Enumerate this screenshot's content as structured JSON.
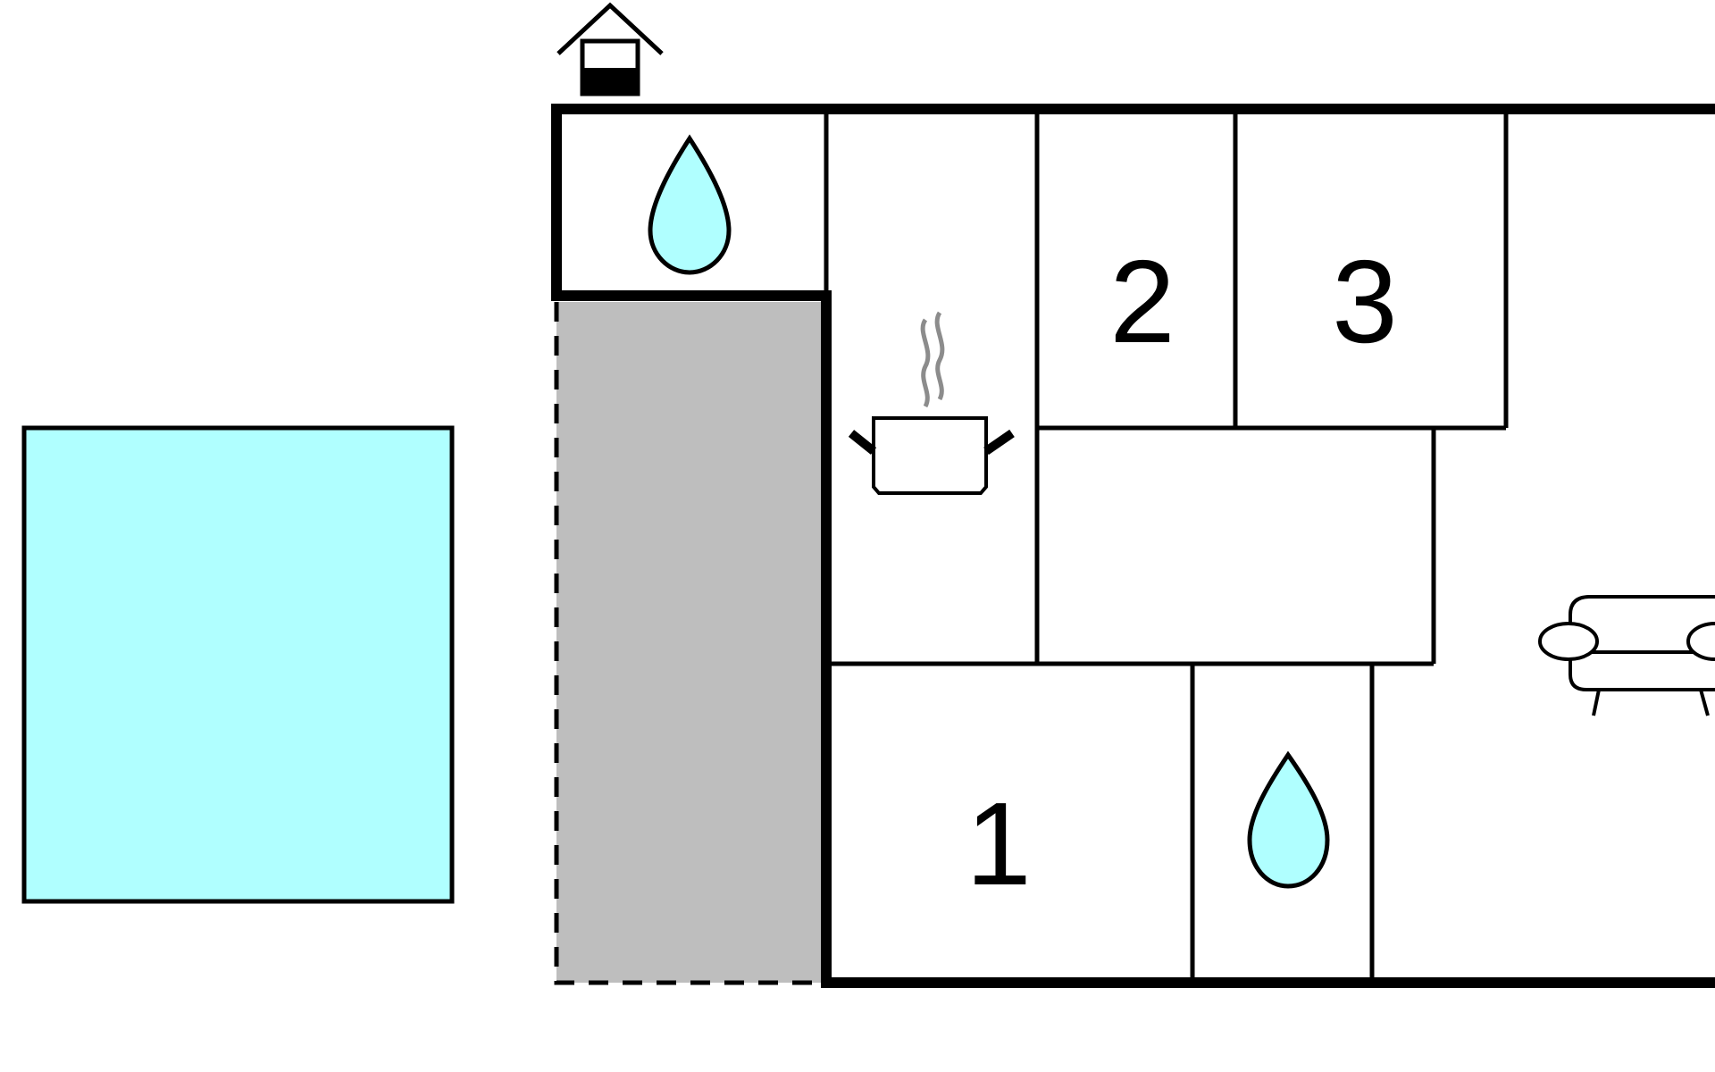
{
  "floorplan": {
    "rooms": [
      {
        "id": "bedroom-1",
        "label": "1"
      },
      {
        "id": "bedroom-2",
        "label": "2"
      },
      {
        "id": "bedroom-3",
        "label": "3"
      }
    ],
    "icons": {
      "sauna": "sauna-house-icon",
      "bathroom_top": "water-drop-icon",
      "bathroom_bottom": "water-drop-icon",
      "kitchen": "cooking-pot-icon",
      "living": "sofa-icon"
    },
    "colors": {
      "pool": "#b0ffff",
      "terrace": "#bebebe",
      "wall": "#000000",
      "steam": "#8c8c8c"
    }
  }
}
